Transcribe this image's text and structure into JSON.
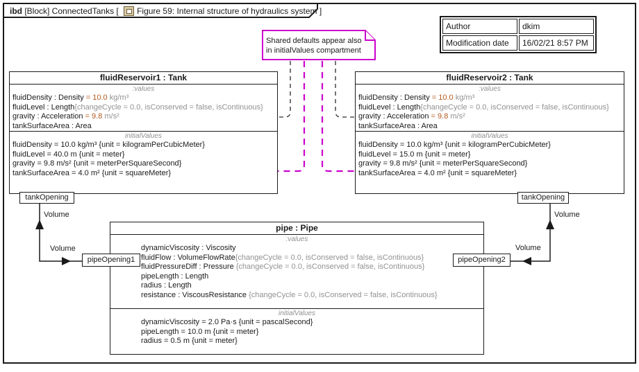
{
  "frame_header": {
    "kind": "ibd",
    "context": " [Block] ConnectedTanks [ ",
    "diagram_name": "Figure 59: Internal structure of hydraulics system",
    "close_bracket": " ]"
  },
  "info_table": {
    "rows": [
      {
        "label": "Author",
        "value": "dkim"
      },
      {
        "label": "Modification date",
        "value": "16/02/21 8:57 PM"
      }
    ]
  },
  "note": {
    "line1": "Shared defaults appear also",
    "line2": "in initialValues compartment"
  },
  "labels": {
    "values_compartment": ":values",
    "initial_values_compartment": "initialValues"
  },
  "connectors": {
    "flow_item_label": "Volume"
  },
  "ports": {
    "tank_opening": "tankOpening",
    "pipe_opening_1": "pipeOpening1",
    "pipe_opening_2": "pipeOpening2"
  },
  "blocks": {
    "reservoir1": {
      "title": "fluidReservoir1 : Tank",
      "values_lines": [
        [
          {
            "t": "fluidDensity : Density",
            "c": "k"
          },
          {
            "t": " = 10.0",
            "c": "o"
          },
          {
            "t": " kg/m³",
            "c": "g"
          }
        ],
        [
          {
            "t": "fluidLevel : Length",
            "c": "k"
          },
          {
            "t": "{changeCycle = 0.0, isConserved = false, isContinuous}",
            "c": "g"
          }
        ],
        [
          {
            "t": "gravity : Acceleration",
            "c": "k"
          },
          {
            "t": " = 9.8",
            "c": "o"
          },
          {
            "t": " m/s²",
            "c": "g"
          }
        ],
        [
          {
            "t": "tankSurfaceArea : Area",
            "c": "k"
          }
        ]
      ],
      "initial_lines": [
        [
          {
            "t": "fluidDensity = 10.0 kg/m³ {unit = kilogramPerCubicMeter}",
            "c": "k"
          }
        ],
        [
          {
            "t": "fluidLevel = 40.0 m {unit = meter}",
            "c": "k"
          }
        ],
        [
          {
            "t": "gravity = 9.8 m/s² {unit = meterPerSquareSecond}",
            "c": "k"
          }
        ],
        [
          {
            "t": "tankSurfaceArea = 4.0 m² {unit = squareMeter}",
            "c": "k"
          }
        ]
      ]
    },
    "reservoir2": {
      "title": "fluidReservoir2 : Tank",
      "values_lines": [
        [
          {
            "t": "fluidDensity : Density",
            "c": "k"
          },
          {
            "t": " = 10.0",
            "c": "o"
          },
          {
            "t": " kg/m³",
            "c": "g"
          }
        ],
        [
          {
            "t": "fluidLevel : Length",
            "c": "k"
          },
          {
            "t": "{changeCycle = 0.0, isConserved = false, isContinuous}",
            "c": "g"
          }
        ],
        [
          {
            "t": "gravity : Acceleration",
            "c": "k"
          },
          {
            "t": " = 9.8",
            "c": "o"
          },
          {
            "t": " m/s²",
            "c": "g"
          }
        ],
        [
          {
            "t": "tankSurfaceArea : Area",
            "c": "k"
          }
        ]
      ],
      "initial_lines": [
        [
          {
            "t": "fluidDensity = 10.0 kg/m³ {unit = kilogramPerCubicMeter}",
            "c": "k"
          }
        ],
        [
          {
            "t": "fluidLevel = 15.0 m {unit = meter}",
            "c": "k"
          }
        ],
        [
          {
            "t": "gravity = 9.8 m/s² {unit = meterPerSquareSecond}",
            "c": "k"
          }
        ],
        [
          {
            "t": "tankSurfaceArea = 4.0 m² {unit = squareMeter}",
            "c": "k"
          }
        ]
      ]
    },
    "pipe": {
      "title": "pipe : Pipe",
      "values_lines": [
        [
          {
            "t": "dynamicViscosity : Viscosity",
            "c": "k"
          }
        ],
        [
          {
            "t": "fluidFlow : VolumeFlowRate",
            "c": "k"
          },
          {
            "t": "{changeCycle = 0.0, isConserved = false, isContinuous}",
            "c": "g"
          }
        ],
        [
          {
            "t": "fluidPressureDiff : Pressure ",
            "c": "k"
          },
          {
            "t": "{changeCycle = 0.0, isConserved = false, isContinuous}",
            "c": "g"
          }
        ],
        [
          {
            "t": "pipeLength : Length",
            "c": "k"
          }
        ],
        [
          {
            "t": "radius : Length",
            "c": "k"
          }
        ],
        [
          {
            "t": "resistance : ViscousResistance ",
            "c": "k"
          },
          {
            "t": "{changeCycle = 0.0, isConserved = false, isContinuous}",
            "c": "g"
          }
        ]
      ],
      "initial_lines": [
        [
          {
            "t": "dynamicViscosity = 2.0 Pa·s {unit = pascalSecond}",
            "c": "k"
          }
        ],
        [
          {
            "t": "pipeLength = 10.0 m {unit = meter}",
            "c": "k"
          }
        ],
        [
          {
            "t": "radius = 0.5 m {unit = meter}",
            "c": "k"
          }
        ]
      ]
    }
  },
  "colors": {
    "value_orange": "#b35a1e",
    "muted_gray": "#919191",
    "note_magenta": "#cc00cc"
  }
}
